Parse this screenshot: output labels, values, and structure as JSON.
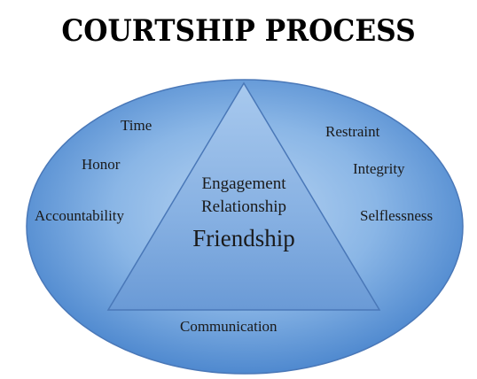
{
  "title": "COURTSHIP PROCESS",
  "colors": {
    "ellipse_light": "#9ec3ec",
    "ellipse_dark": "#3f7cc7",
    "triangle_light": "#9cc1ea",
    "triangle_dark": "#5a8fd0",
    "outline": "#4a78b8"
  },
  "left_values": [
    "Time",
    "Honor",
    "Accountability"
  ],
  "right_values": [
    "Restraint",
    "Integrity",
    "Selflessness"
  ],
  "bottom_value": "Communication",
  "triangle_stages": [
    "Engagement",
    "Relationship",
    "Friendship"
  ]
}
